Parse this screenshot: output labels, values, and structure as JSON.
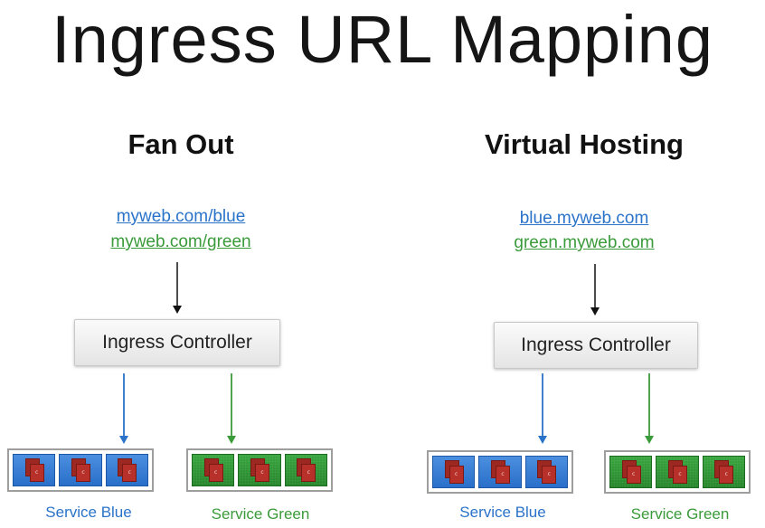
{
  "title": "Ingress URL Mapping",
  "colors": {
    "blue": "#2a73c9",
    "green": "#3a9b3a",
    "container": "#b8302a"
  },
  "panels": [
    {
      "heading": "Fan Out",
      "urls": [
        {
          "text": "myweb.com/blue",
          "color": "blue"
        },
        {
          "text": "myweb.com/green",
          "color": "green"
        }
      ],
      "controller": "Ingress Controller",
      "services": [
        {
          "label": "Service Blue",
          "color": "blue",
          "container_glyph": "c"
        },
        {
          "label": "Service Green",
          "color": "green",
          "container_glyph": "c"
        }
      ]
    },
    {
      "heading": "Virtual Hosting",
      "urls": [
        {
          "text": "blue.myweb.com",
          "color": "blue"
        },
        {
          "text": "green.myweb.com",
          "color": "green"
        }
      ],
      "controller": "Ingress Controller",
      "services": [
        {
          "label": "Service Blue",
          "color": "blue",
          "container_glyph": "c"
        },
        {
          "label": "Service Green",
          "color": "green",
          "container_glyph": "c"
        }
      ]
    }
  ]
}
